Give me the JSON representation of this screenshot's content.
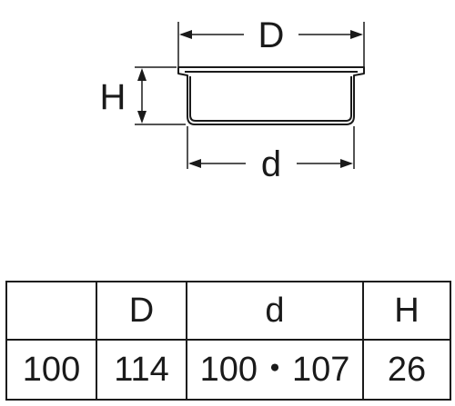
{
  "drawing": {
    "label_D": "D",
    "label_d": "d",
    "label_H": "H"
  },
  "table": {
    "header": [
      "",
      "D",
      "d",
      "H"
    ],
    "rows": [
      [
        "100",
        "114",
        "100・107",
        "26"
      ]
    ]
  },
  "colors": {
    "ink": "#1a1a1a",
    "background": "#ffffff"
  }
}
